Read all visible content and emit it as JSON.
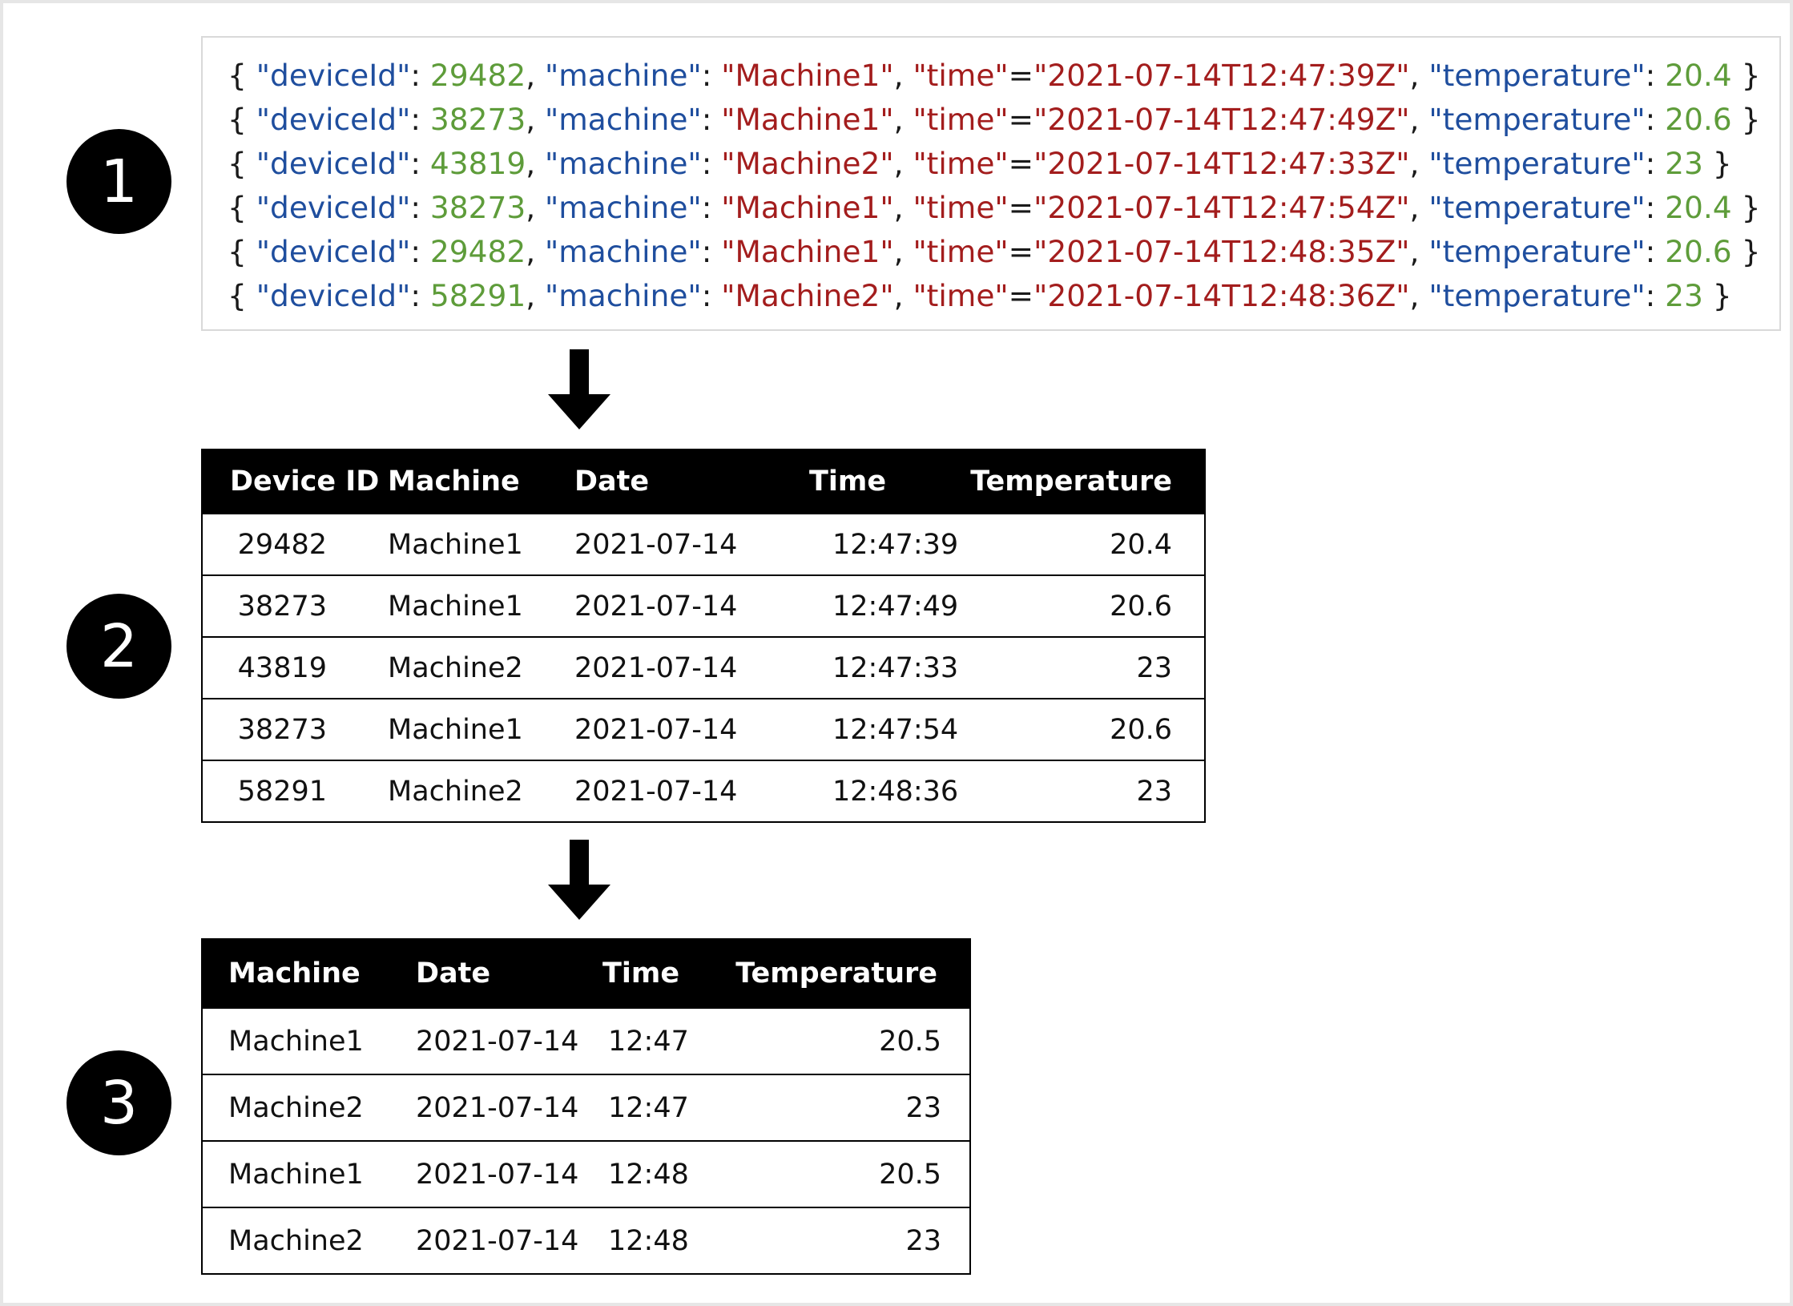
{
  "badges": [
    "1",
    "2",
    "3"
  ],
  "json_records": [
    {
      "deviceId": "29482",
      "machine": "Machine1",
      "time": "2021-07-14T12:47:39Z",
      "temperature": "20.4"
    },
    {
      "deviceId": "38273",
      "machine": "Machine1",
      "time": "2021-07-14T12:47:49Z",
      "temperature": "20.6"
    },
    {
      "deviceId": "43819",
      "machine": "Machine2",
      "time": "2021-07-14T12:47:33Z",
      "temperature": "23"
    },
    {
      "deviceId": "38273",
      "machine": "Machine1",
      "time": "2021-07-14T12:47:54Z",
      "temperature": "20.4"
    },
    {
      "deviceId": "29482",
      "machine": "Machine1",
      "time": "2021-07-14T12:48:35Z",
      "temperature": "20.6"
    },
    {
      "deviceId": "58291",
      "machine": "Machine2",
      "time": "2021-07-14T12:48:36Z",
      "temperature": "23"
    }
  ],
  "json_keys": {
    "device_id": "\"deviceId\"",
    "machine": "\"machine\"",
    "time": "\"time\"",
    "temperature": "\"temperature\""
  },
  "table1": {
    "headers": [
      "Device ID",
      "Machine",
      "Date",
      "Time",
      "Temperature"
    ],
    "rows": [
      [
        "29482",
        "Machine1",
        "2021-07-14",
        "12:47:39",
        "20.4"
      ],
      [
        "38273",
        "Machine1",
        "2021-07-14",
        "12:47:49",
        "20.6"
      ],
      [
        "43819",
        "Machine2",
        "2021-07-14",
        "12:47:33",
        "23"
      ],
      [
        "38273",
        "Machine1",
        "2021-07-14",
        "12:47:54",
        "20.6"
      ],
      [
        "58291",
        "Machine2",
        "2021-07-14",
        "12:48:36",
        "23"
      ]
    ]
  },
  "table2": {
    "headers": [
      "Machine",
      "Date",
      "Time",
      "Temperature"
    ],
    "rows": [
      [
        "Machine1",
        "2021-07-14",
        "12:47",
        "20.5"
      ],
      [
        "Machine2",
        "2021-07-14",
        "12:47",
        "23"
      ],
      [
        "Machine1",
        "2021-07-14",
        "12:48",
        "20.5"
      ],
      [
        "Machine2",
        "2021-07-14",
        "12:48",
        "23"
      ]
    ]
  },
  "colors": {
    "key": "#1f4e9e",
    "number": "#5e9c3a",
    "string": "#a31d1d",
    "header_bg": "#000000"
  }
}
